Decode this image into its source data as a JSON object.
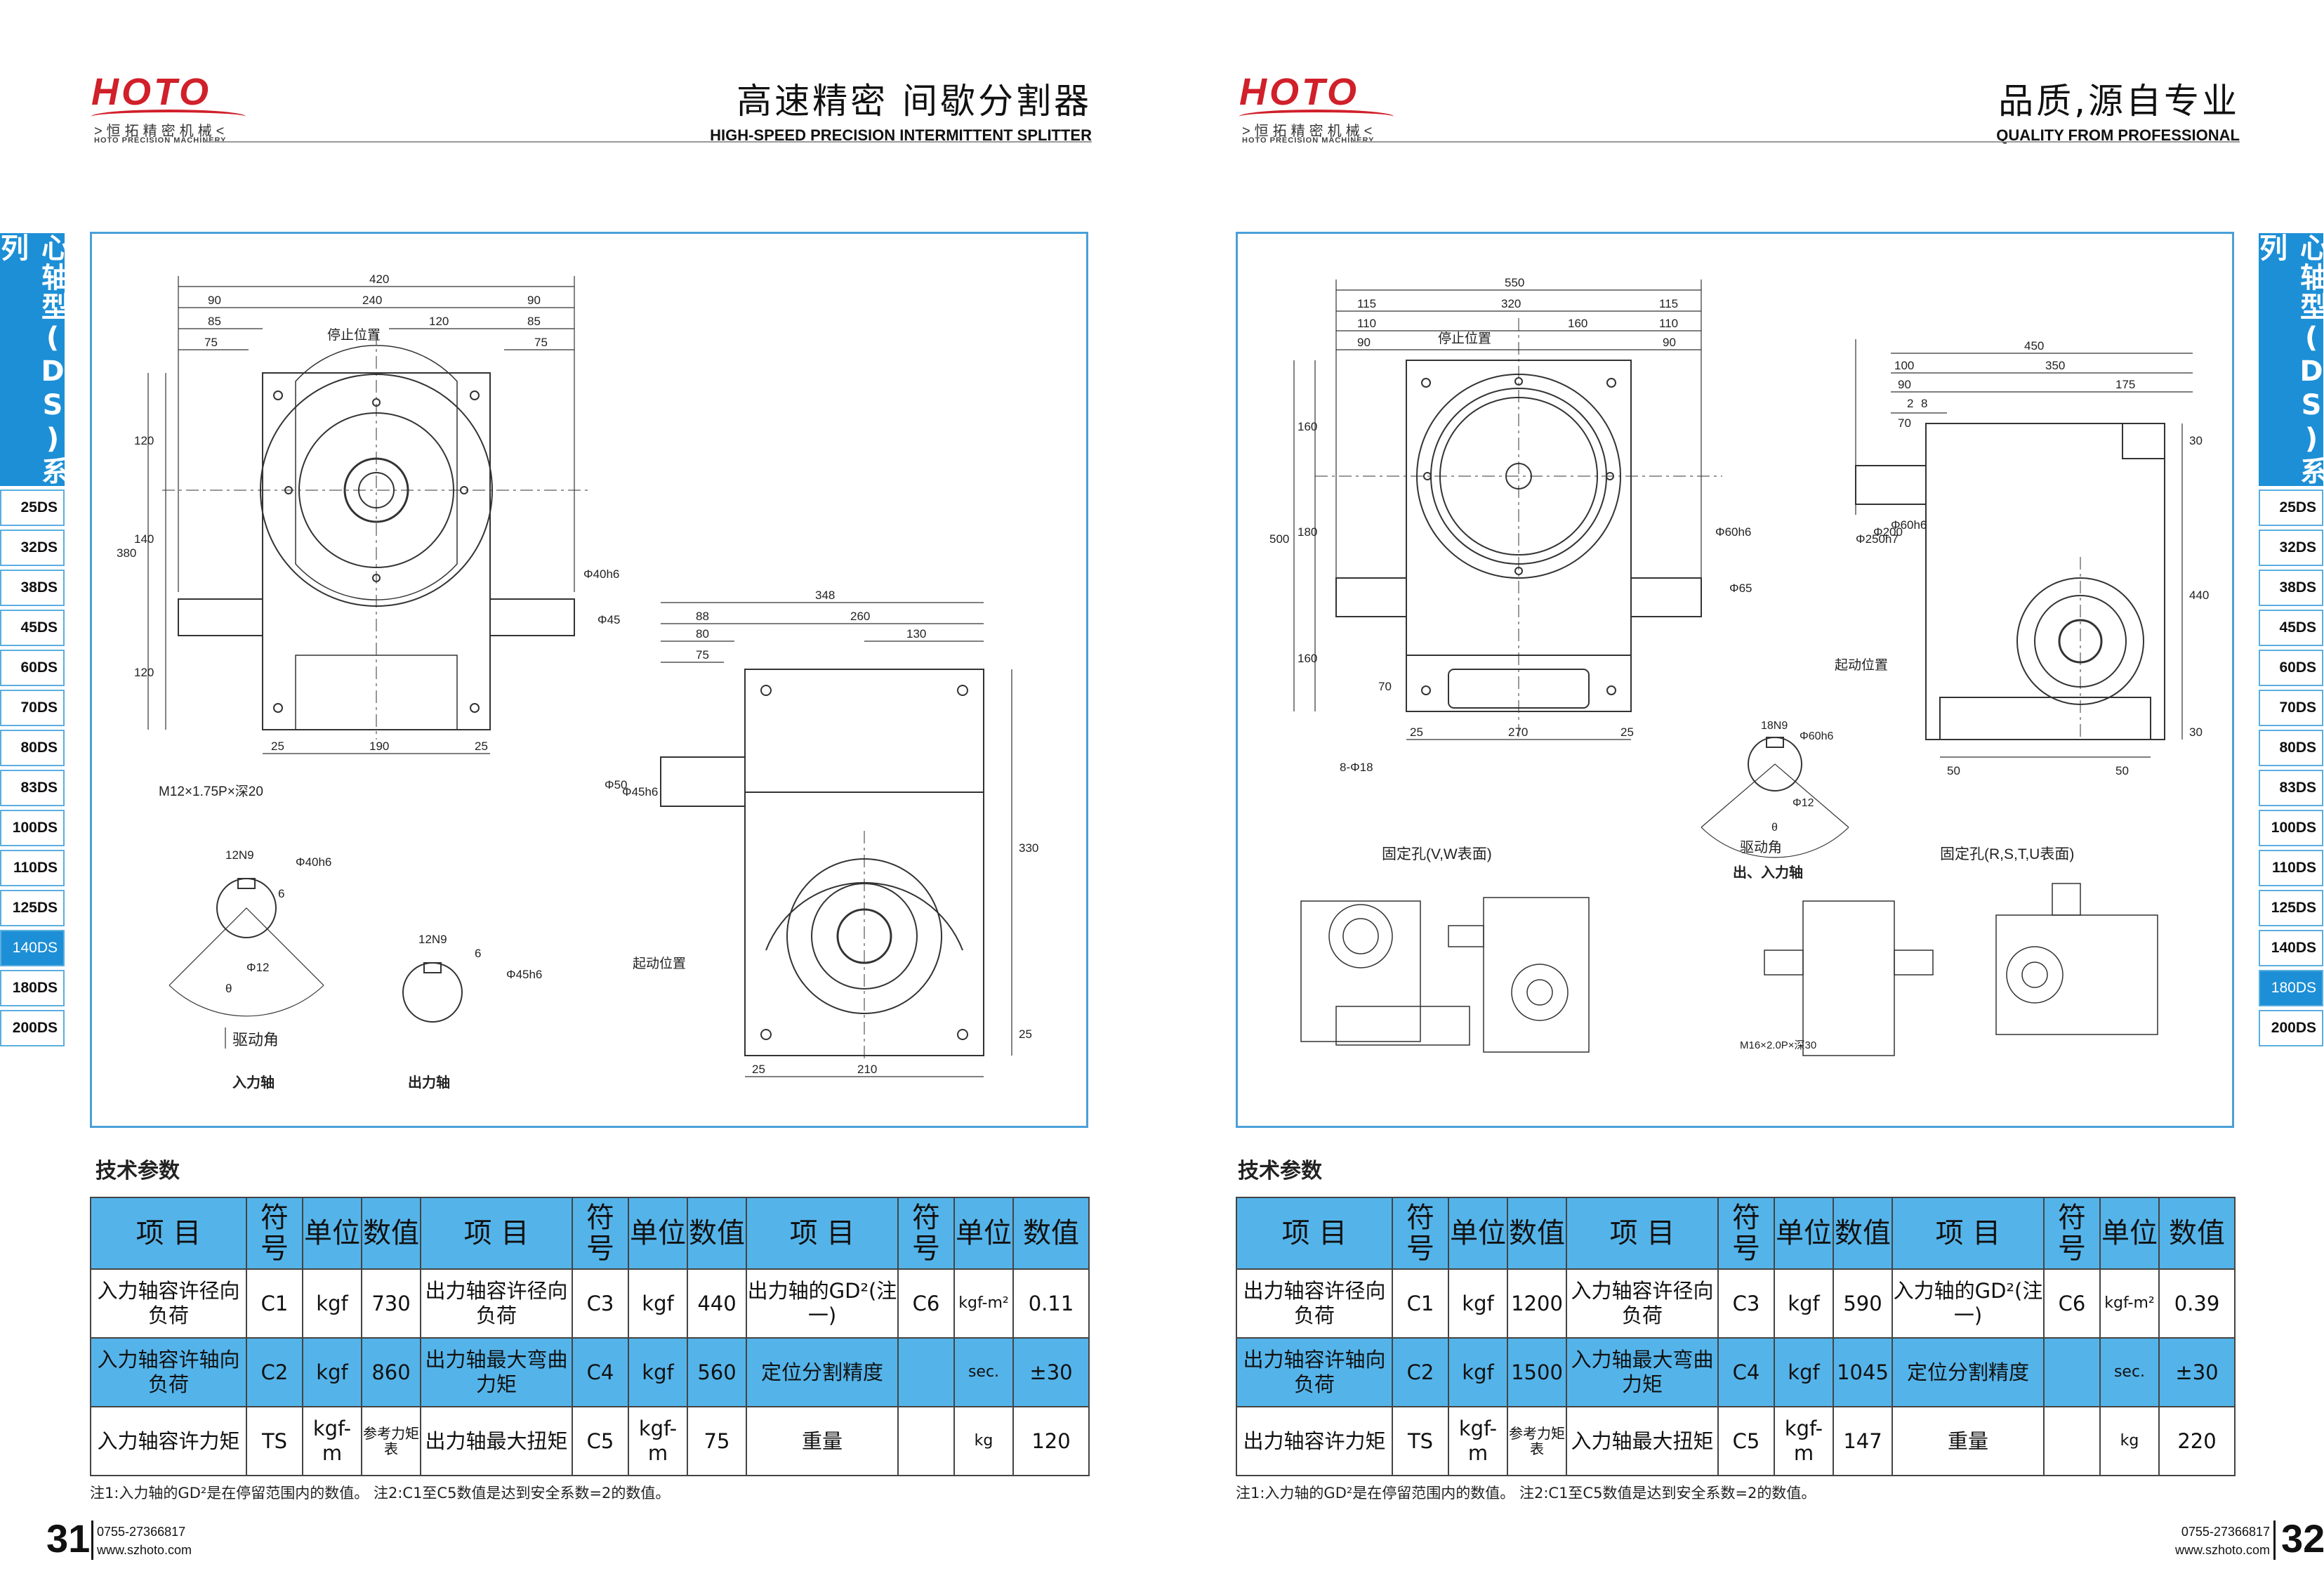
{
  "brand": {
    "logo": "HOTO",
    "cn": ">恒拓精密机械<",
    "en": "HOTO PRECISION MACHINERY"
  },
  "left": {
    "title_zh": "高速精密  间歇分割器",
    "title_en": "HIGH-SPEED PRECISION INTERMITTENT SPLITTER",
    "series_tab": "心轴型(DS)系列",
    "models": [
      "25DS",
      "32DS",
      "38DS",
      "45DS",
      "60DS",
      "70DS",
      "80DS",
      "83DS",
      "100DS",
      "110DS",
      "125DS",
      "140DS",
      "180DS",
      "200DS"
    ],
    "active_model": "140DS",
    "drawing": {
      "dims": [
        "420",
        "90",
        "240",
        "90",
        "85",
        "120",
        "85",
        "75",
        "75",
        "120",
        "380",
        "140",
        "120",
        "Φ40h6",
        "Φ45",
        "25",
        "190",
        "25",
        "348",
        "88",
        "260",
        "80",
        "130",
        "75",
        "Φ50",
        "Φ45h6",
        "330",
        "25",
        "210",
        "25",
        "12N9",
        "Φ40h6",
        "6",
        "Φ12",
        "θ",
        "12N9",
        "6",
        "Φ45h6"
      ],
      "labels": {
        "stop": "停止位置",
        "thread": "M12×1.75P×深20",
        "start": "起动位置",
        "drive_angle": "驱动角",
        "input_shaft": "入力轴",
        "output_shaft": "出力轴"
      }
    },
    "section_title": "技术参数",
    "table": {
      "header": [
        "项 目",
        "符号",
        "单位",
        "数值",
        "项 目",
        "符号",
        "单位",
        "数值",
        "项 目",
        "符号",
        "单位",
        "数值"
      ],
      "rows": [
        [
          "入力轴容许径向负荷",
          "C1",
          "kgf",
          "730",
          "出力轴容许径向负荷",
          "C3",
          "kgf",
          "440",
          "出力轴的GD²(注一)",
          "C6",
          "kgf-m²",
          "0.11"
        ],
        [
          "入力轴容许轴向负荷",
          "C2",
          "kgf",
          "860",
          "出力轴最大弯曲力矩",
          "C4",
          "kgf",
          "560",
          "定位分割精度",
          "",
          "sec.",
          "±30"
        ],
        [
          "入力轴容许力矩",
          "TS",
          "kgf-m",
          "参考力矩表",
          "出力轴最大扭矩",
          "C5",
          "kgf-m",
          "75",
          "重量",
          "",
          "kg",
          "120"
        ]
      ]
    },
    "note": "注1:入力轴的GD²是在停留范围内的数值。 注2:C1至C5数值是达到安全系数=2的数值。",
    "page_no": "31",
    "phone": "0755-27366817",
    "web": "www.szhoto.com"
  },
  "right": {
    "title_zh": "品质,源自专业",
    "title_en": "QUALITY FROM PROFESSIONAL",
    "series_tab": "心轴型(DS)系列",
    "models": [
      "25DS",
      "32DS",
      "38DS",
      "45DS",
      "60DS",
      "70DS",
      "80DS",
      "83DS",
      "100DS",
      "110DS",
      "125DS",
      "140DS",
      "180DS",
      "200DS"
    ],
    "active_model": "180DS",
    "drawing": {
      "dims": [
        "550",
        "115",
        "320",
        "115",
        "110",
        "160",
        "110",
        "90",
        "90",
        "160",
        "500",
        "180",
        "160",
        "70",
        "Φ60h6",
        "Φ65",
        "25",
        "270",
        "25",
        "8-Φ18",
        "450",
        "100",
        "350",
        "90",
        "2",
        "8",
        "175",
        "70",
        "Φ250h7",
        "Φ200",
        "Φ60h6",
        "440",
        "30",
        "30",
        "50",
        "50",
        "18N9",
        "Φ60h6",
        "Φ12",
        "θ"
      ],
      "labels": {
        "stop": "停止位置",
        "start": "起动位置",
        "drive_angle": "驱动角",
        "io_shaft": "出、入力轴",
        "fix_vw": "固定孔(V,W表面)",
        "fix_rstu": "固定孔(R,S,T,U表面)",
        "thread": "M16×2.0P×深30"
      }
    },
    "section_title": "技术参数",
    "table": {
      "header": [
        "项 目",
        "符号",
        "单位",
        "数值",
        "项 目",
        "符号",
        "单位",
        "数值",
        "项 目",
        "符号",
        "单位",
        "数值"
      ],
      "rows": [
        [
          "出力轴容许径向负荷",
          "C1",
          "kgf",
          "1200",
          "入力轴容许径向负荷",
          "C3",
          "kgf",
          "590",
          "入力轴的GD²(注一)",
          "C6",
          "kgf-m²",
          "0.39"
        ],
        [
          "出力轴容许轴向负荷",
          "C2",
          "kgf",
          "1500",
          "入力轴最大弯曲力矩",
          "C4",
          "kgf",
          "1045",
          "定位分割精度",
          "",
          "sec.",
          "±30"
        ],
        [
          "出力轴容许力矩",
          "TS",
          "kgf-m",
          "参考力矩表",
          "入力轴最大扭矩",
          "C5",
          "kgf-m",
          "147",
          "重量",
          "",
          "kg",
          "220"
        ]
      ]
    },
    "note": "注1:入力轴的GD²是在停留范围内的数值。 注2:C1至C5数值是达到安全系数=2的数值。",
    "page_no": "32",
    "phone": "0755-27366817",
    "web": "www.szhoto.com"
  }
}
